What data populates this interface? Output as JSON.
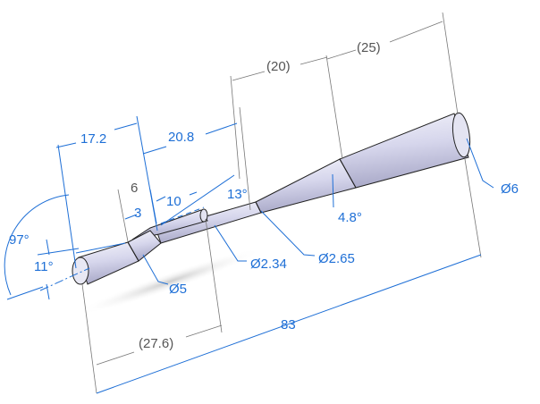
{
  "colors": {
    "driven_dimension": "#1e6fd6",
    "reference_dimension": "#555555",
    "part_fill": "#d8d8ee"
  },
  "dimensions": {
    "d17_2": "17.2",
    "d20_8": "20.8",
    "d20_ref": "(20)",
    "d25_ref": "(25)",
    "d6": "6",
    "d3": "3",
    "d10": "10",
    "a13": "13°",
    "a97": "97°",
    "a11": "11°",
    "dia2_34": "Ø2.34",
    "dia2_65": "Ø2.65",
    "dia5": "Ø5",
    "a4_8": "4.8°",
    "dia6": "Ø6",
    "d27_6_ref": "(27.6)",
    "d83": "83"
  }
}
